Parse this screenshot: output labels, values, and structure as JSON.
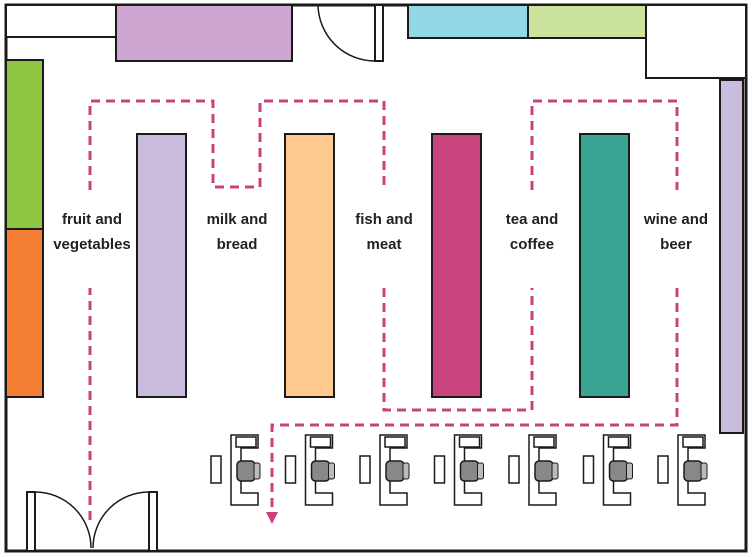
{
  "aisles": [
    {
      "line1": "fruit and",
      "line2": "vegetables"
    },
    {
      "line1": "milk and",
      "line2": "bread"
    },
    {
      "line1": "fish and",
      "line2": "meat"
    },
    {
      "line1": "tea and",
      "line2": "coffee"
    },
    {
      "line1": "wine and",
      "line2": "beer"
    }
  ],
  "colors": {
    "wall": "#1a1a1a",
    "path": "#cc3f7f",
    "shelf_purple": "#c9bcdd",
    "shelf_orange": "#fdc98f",
    "shelf_magenta": "#c9447e",
    "shelf_teal": "#3aa593",
    "green": "#8fc641",
    "orange": "#f47e32",
    "cyan": "#93d6e6",
    "lime": "#cbe39c",
    "right_wall_shelf": "#c9bcdd"
  },
  "checkout_count": 7
}
